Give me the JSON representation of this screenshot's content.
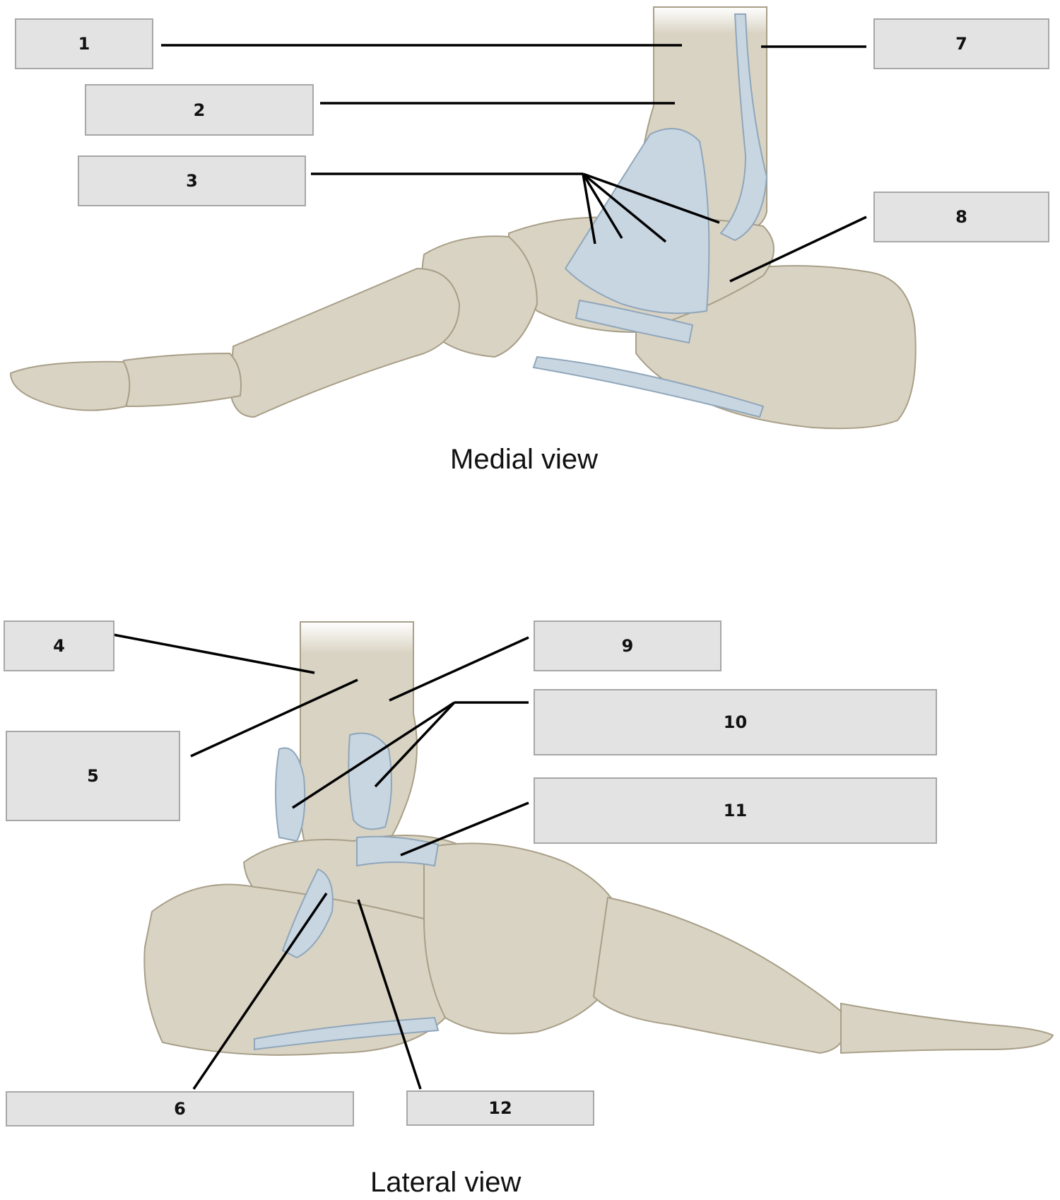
{
  "colors": {
    "bone": "#d9d3c3",
    "bone_edge": "#a89f88",
    "bone_highlight": "#ece8dc",
    "ligament": "#c8d6e2",
    "ligament_edge": "#8fa6ba",
    "leader_line": "#000000",
    "box_fill": "#e3e3e3",
    "box_border": "#a7a7a7"
  },
  "views": {
    "medial": {
      "caption": "Medial view"
    },
    "lateral": {
      "caption": "Lateral view"
    }
  },
  "labels": [
    {
      "id": "1",
      "text": "1"
    },
    {
      "id": "2",
      "text": "2"
    },
    {
      "id": "3",
      "text": "3"
    },
    {
      "id": "4",
      "text": "4"
    },
    {
      "id": "5",
      "text": "5"
    },
    {
      "id": "6",
      "text": "6"
    },
    {
      "id": "7",
      "text": "7"
    },
    {
      "id": "8",
      "text": "8"
    },
    {
      "id": "9",
      "text": "9"
    },
    {
      "id": "10",
      "text": "10"
    },
    {
      "id": "11",
      "text": "11"
    },
    {
      "id": "12",
      "text": "12"
    }
  ]
}
